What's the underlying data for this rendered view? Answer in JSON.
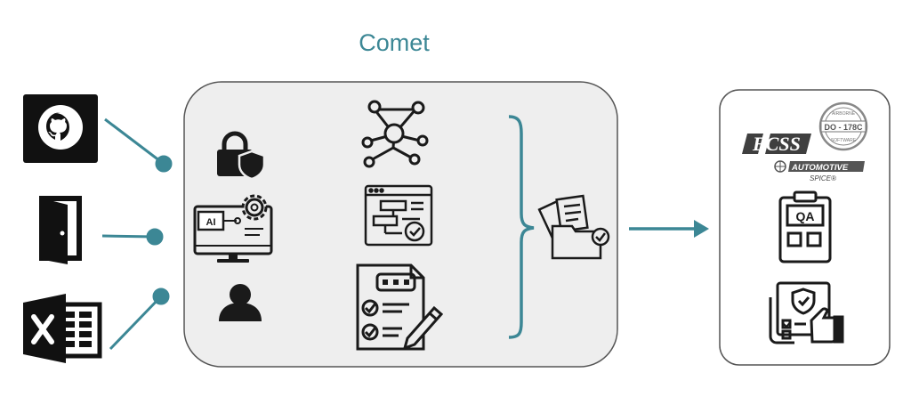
{
  "title": "Comet",
  "colors": {
    "accent": "#3c8795",
    "panel_fill": "#eeeeee",
    "panel_stroke": "#555555",
    "icon": "#1a1a1a"
  },
  "inputs": [
    {
      "icon": "github-icon"
    },
    {
      "icon": "door-icon"
    },
    {
      "icon": "excel-icon"
    }
  ],
  "comet_panel": {
    "left_icons": [
      "lock-shield-icon",
      "ai-computer-gear-icon",
      "user-icon"
    ],
    "center_icons": [
      "network-graph-icon",
      "flowchart-monitor-icon",
      "checklist-form-icon"
    ],
    "output_icon": "document-folder-check-icon"
  },
  "standards_panel": {
    "ecss_label": "ECSS",
    "seal": {
      "main": "DO - 178C",
      "top": "AIRBORNE",
      "bottom": "SOFTWARE"
    },
    "automotive": {
      "line1": "AUTOMOTIVE",
      "line2": "SPICE®"
    },
    "qa_label": "QA",
    "bottom_icon": "quality-handshake-icon"
  }
}
